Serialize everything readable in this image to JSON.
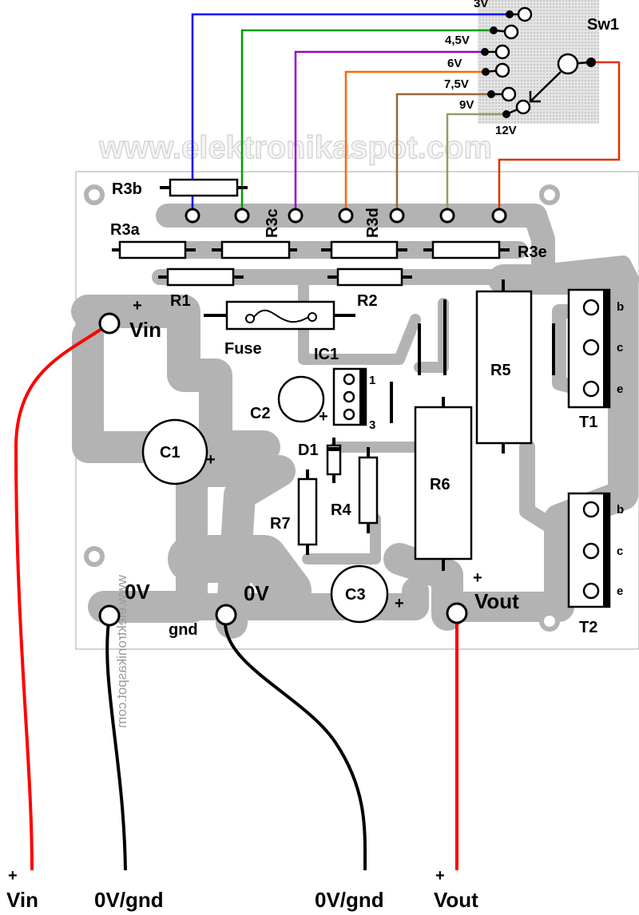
{
  "watermark": "www.elektronikaspot.com",
  "board_watermark_mirrored": "www.elektronikaspot.com",
  "switch": {
    "label": "Sw1",
    "positions": [
      "3V",
      "4,5V",
      "6V",
      "7,5V",
      "9V",
      "12V"
    ],
    "selected": "12V"
  },
  "wire_colors": {
    "3V": "#0000ff",
    "4,5V": "#00a000",
    "6V": "#9900cc",
    "7,5V": "#ff6600",
    "9V": "#996633",
    "12V": "#999966",
    "common": "#dd3300",
    "positive": "#ff0000",
    "ground": "#000000"
  },
  "copper_color": "#b3b3b3",
  "components": {
    "R3a": "R3a",
    "R3b": "R3b",
    "R3c": "R3c",
    "R3d": "R3d",
    "R3e": "R3e",
    "R1": "R1",
    "R2": "R2",
    "R4": "R4",
    "R5": "R5",
    "R6": "R6",
    "R7": "R7",
    "fuse": "Fuse",
    "IC1": "IC1",
    "ic_pin1": "1",
    "ic_pin3": "3",
    "C1": "C1",
    "C2": "C2",
    "C3": "C3",
    "D1": "D1",
    "T1": "T1",
    "T2": "T2",
    "pin_b": "b",
    "pin_c": "c",
    "pin_e": "e",
    "plus": "+"
  },
  "terminals": {
    "vin": "Vin",
    "vout": "Vout",
    "zero_v": "0V",
    "gnd": "gnd"
  },
  "wire_ends": {
    "vin_plus": "+",
    "vin": "Vin",
    "gnd1": "0V/gnd",
    "gnd2": "0V/gnd",
    "vout_plus": "+",
    "vout": "Vout"
  }
}
